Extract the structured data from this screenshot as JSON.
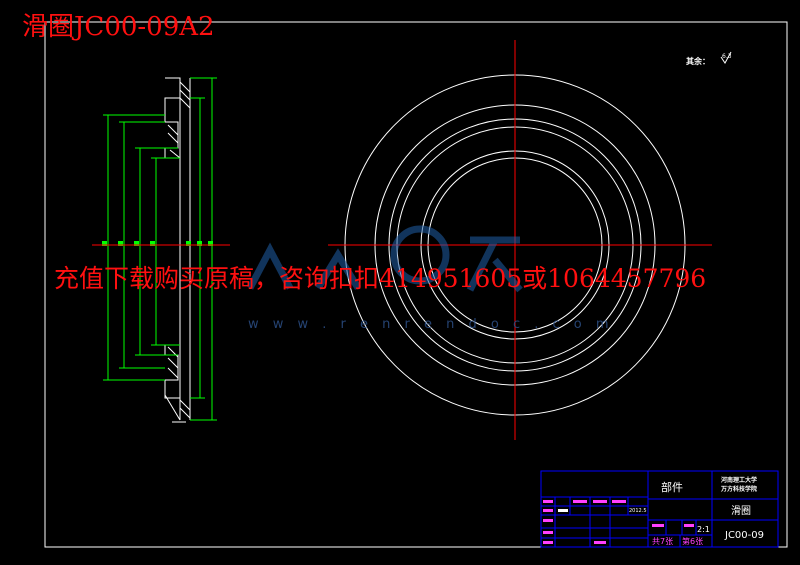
{
  "drawing": {
    "title_overlay": "滑圈JC00-09A2",
    "promo_overlay": "充值下载购买原稿，咨询扣扣414951605或1064457796",
    "watermark_url": "w w w . r e n r e n d o c . c o m",
    "roughness_label": "其余：",
    "roughness_value": "6.3"
  },
  "title_block": {
    "category": "部件",
    "school_line1": "河南理工大学",
    "school_line2": "万方科技学院",
    "part_name": "滑圈",
    "scale": "2:1",
    "drawing_no": "JC00-09",
    "sheets_total": "共7张",
    "sheet_index": "第6张",
    "date": "2012.5"
  },
  "colors": {
    "background": "#000000",
    "geometry": "#ffffff",
    "dimension": "#00ff00",
    "center_line": "#ff0000",
    "frame": "#0000ff",
    "overlay_text": "#ff1010"
  }
}
